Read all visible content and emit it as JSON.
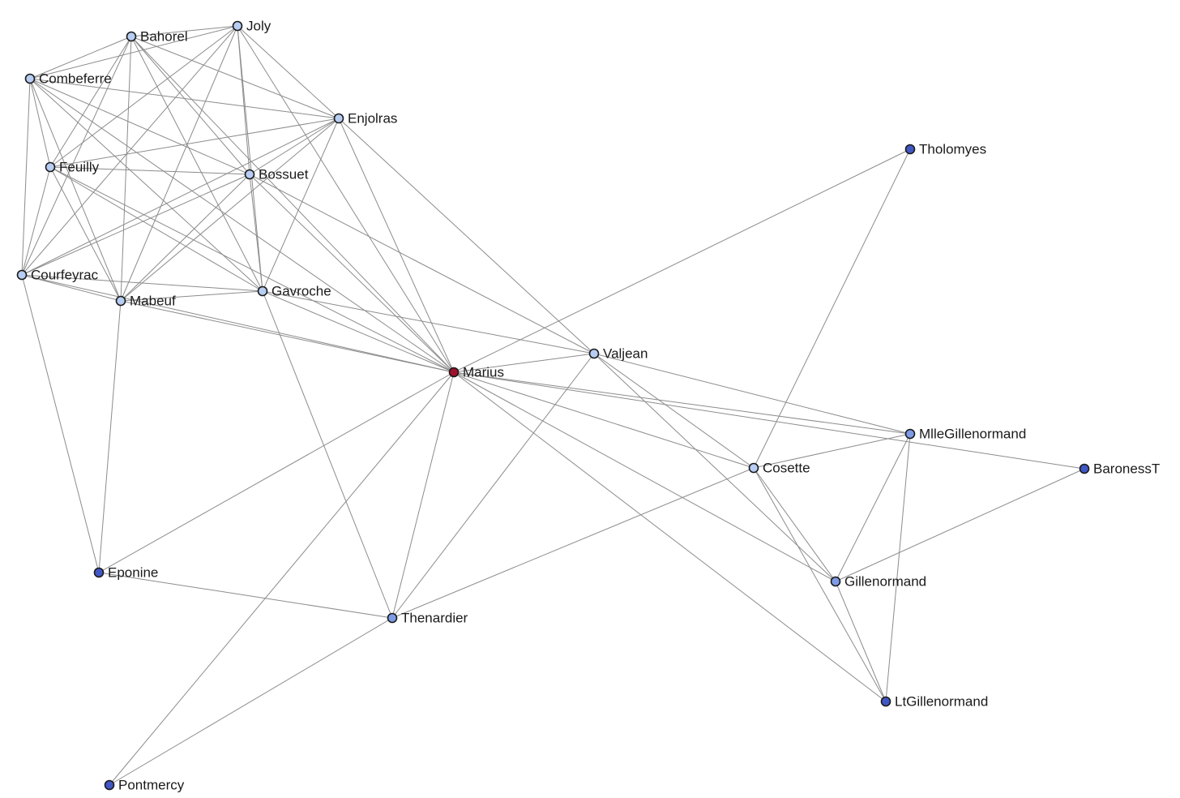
{
  "graph": {
    "colors": {
      "focus": "#a0102a",
      "level1": "#b7cdf2",
      "level2": "#7e9be6",
      "level3": "#4157c4",
      "edge": "#8c8c8c",
      "outline": "#1a1a1a"
    },
    "nodes": [
      {
        "id": "Bahorel",
        "label": "Bahorel",
        "level": "level1"
      },
      {
        "id": "Joly",
        "label": "Joly",
        "level": "level1"
      },
      {
        "id": "Combeferre",
        "label": "Combeferre",
        "level": "level1"
      },
      {
        "id": "Enjolras",
        "label": "Enjolras",
        "level": "level1"
      },
      {
        "id": "Feuilly",
        "label": "Feuilly",
        "level": "level1"
      },
      {
        "id": "Bossuet",
        "label": "Bossuet",
        "level": "level1"
      },
      {
        "id": "Courfeyrac",
        "label": "Courfeyrac",
        "level": "level1"
      },
      {
        "id": "Mabeuf",
        "label": "Mabeuf",
        "level": "level1"
      },
      {
        "id": "Gavroche",
        "label": "Gavroche",
        "level": "level1"
      },
      {
        "id": "Marius",
        "label": "Marius",
        "level": "focus"
      },
      {
        "id": "Valjean",
        "label": "Valjean",
        "level": "level1"
      },
      {
        "id": "Tholomyes",
        "label": "Tholomyes",
        "level": "level3"
      },
      {
        "id": "MlleGillenormand",
        "label": "MlleGillenormand",
        "level": "level2"
      },
      {
        "id": "Cosette",
        "label": "Cosette",
        "level": "level1"
      },
      {
        "id": "BaronessT",
        "label": "BaronessT",
        "level": "level3"
      },
      {
        "id": "Eponine",
        "label": "Eponine",
        "level": "level3"
      },
      {
        "id": "Gillenormand",
        "label": "Gillenormand",
        "level": "level2"
      },
      {
        "id": "Thenardier",
        "label": "Thenardier",
        "level": "level2"
      },
      {
        "id": "LtGillenormand",
        "label": "LtGillenormand",
        "level": "level3"
      },
      {
        "id": "Pontmercy",
        "label": "Pontmercy",
        "level": "level3"
      }
    ],
    "edges": [
      [
        "Bahorel",
        "Joly"
      ],
      [
        "Bahorel",
        "Combeferre"
      ],
      [
        "Bahorel",
        "Enjolras"
      ],
      [
        "Bahorel",
        "Feuilly"
      ],
      [
        "Bahorel",
        "Bossuet"
      ],
      [
        "Bahorel",
        "Courfeyrac"
      ],
      [
        "Bahorel",
        "Mabeuf"
      ],
      [
        "Bahorel",
        "Gavroche"
      ],
      [
        "Bahorel",
        "Marius"
      ],
      [
        "Joly",
        "Combeferre"
      ],
      [
        "Joly",
        "Enjolras"
      ],
      [
        "Joly",
        "Feuilly"
      ],
      [
        "Joly",
        "Bossuet"
      ],
      [
        "Joly",
        "Courfeyrac"
      ],
      [
        "Joly",
        "Mabeuf"
      ],
      [
        "Joly",
        "Gavroche"
      ],
      [
        "Joly",
        "Marius"
      ],
      [
        "Combeferre",
        "Enjolras"
      ],
      [
        "Combeferre",
        "Feuilly"
      ],
      [
        "Combeferre",
        "Bossuet"
      ],
      [
        "Combeferre",
        "Courfeyrac"
      ],
      [
        "Combeferre",
        "Mabeuf"
      ],
      [
        "Combeferre",
        "Gavroche"
      ],
      [
        "Combeferre",
        "Marius"
      ],
      [
        "Enjolras",
        "Feuilly"
      ],
      [
        "Enjolras",
        "Bossuet"
      ],
      [
        "Enjolras",
        "Courfeyrac"
      ],
      [
        "Enjolras",
        "Mabeuf"
      ],
      [
        "Enjolras",
        "Gavroche"
      ],
      [
        "Enjolras",
        "Marius"
      ],
      [
        "Enjolras",
        "Valjean"
      ],
      [
        "Feuilly",
        "Bossuet"
      ],
      [
        "Feuilly",
        "Courfeyrac"
      ],
      [
        "Feuilly",
        "Mabeuf"
      ],
      [
        "Feuilly",
        "Gavroche"
      ],
      [
        "Feuilly",
        "Marius"
      ],
      [
        "Bossuet",
        "Courfeyrac"
      ],
      [
        "Bossuet",
        "Mabeuf"
      ],
      [
        "Bossuet",
        "Gavroche"
      ],
      [
        "Bossuet",
        "Marius"
      ],
      [
        "Bossuet",
        "Valjean"
      ],
      [
        "Courfeyrac",
        "Mabeuf"
      ],
      [
        "Courfeyrac",
        "Gavroche"
      ],
      [
        "Courfeyrac",
        "Marius"
      ],
      [
        "Courfeyrac",
        "Eponine"
      ],
      [
        "Mabeuf",
        "Gavroche"
      ],
      [
        "Mabeuf",
        "Marius"
      ],
      [
        "Mabeuf",
        "Eponine"
      ],
      [
        "Gavroche",
        "Marius"
      ],
      [
        "Gavroche",
        "Valjean"
      ],
      [
        "Gavroche",
        "Thenardier"
      ],
      [
        "Marius",
        "Valjean"
      ],
      [
        "Marius",
        "Tholomyes"
      ],
      [
        "Marius",
        "MlleGillenormand"
      ],
      [
        "Marius",
        "Cosette"
      ],
      [
        "Marius",
        "Eponine"
      ],
      [
        "Marius",
        "Gillenormand"
      ],
      [
        "Marius",
        "Thenardier"
      ],
      [
        "Marius",
        "LtGillenormand"
      ],
      [
        "Marius",
        "Pontmercy"
      ],
      [
        "Marius",
        "BaronessT"
      ],
      [
        "Valjean",
        "MlleGillenormand"
      ],
      [
        "Valjean",
        "Cosette"
      ],
      [
        "Valjean",
        "Gillenormand"
      ],
      [
        "Valjean",
        "Thenardier"
      ],
      [
        "Tholomyes",
        "Cosette"
      ],
      [
        "MlleGillenormand",
        "Cosette"
      ],
      [
        "MlleGillenormand",
        "Gillenormand"
      ],
      [
        "MlleGillenormand",
        "LtGillenormand"
      ],
      [
        "Cosette",
        "Gillenormand"
      ],
      [
        "Cosette",
        "Thenardier"
      ],
      [
        "Cosette",
        "LtGillenormand"
      ],
      [
        "BaronessT",
        "Gillenormand"
      ],
      [
        "Eponine",
        "Thenardier"
      ],
      [
        "Gillenormand",
        "LtGillenormand"
      ],
      [
        "Thenardier",
        "Pontmercy"
      ]
    ]
  }
}
